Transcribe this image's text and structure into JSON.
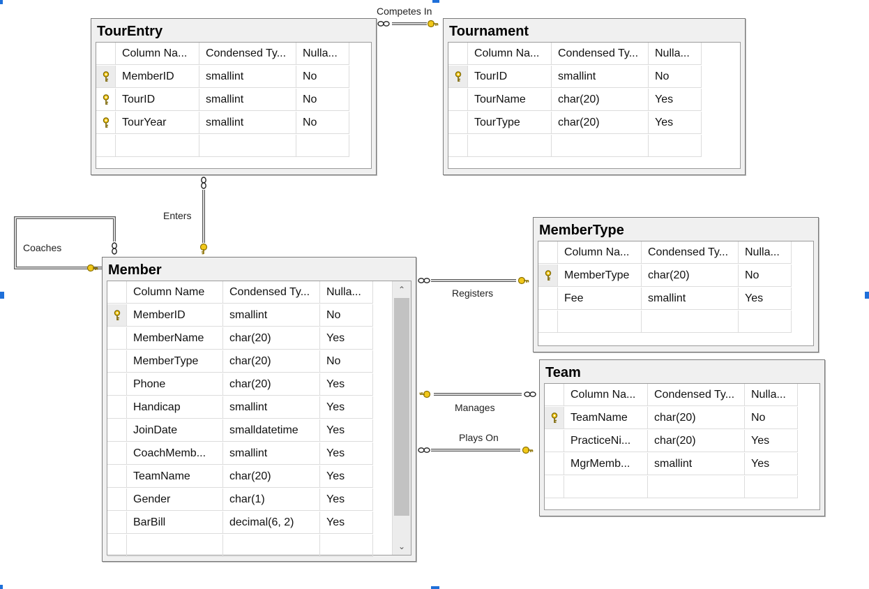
{
  "relationships": {
    "competes_in": "Competes In",
    "enters": "Enters",
    "coaches": "Coaches",
    "registers": "Registers",
    "manages": "Manages",
    "plays_on": "Plays On"
  },
  "headers": {
    "short": [
      "Column Na...",
      "Condensed Ty...",
      "Nulla..."
    ],
    "full": [
      "Column Name",
      "Condensed Ty...",
      "Nulla..."
    ]
  },
  "colors": {
    "key_gold": "#f2c81a",
    "line": "#666666",
    "selection_handle": "#1e6fd9"
  },
  "icons": {
    "primary_key": "key-icon",
    "many_end": "infinity-icon",
    "scroll_up": "chevron-up-icon",
    "scroll_down": "chevron-down-icon"
  },
  "tables": {
    "tourentry": {
      "name": "TourEntry",
      "rows": [
        {
          "key": true,
          "column": "MemberID",
          "type": "smallint",
          "nullable": "No"
        },
        {
          "key": true,
          "column": "TourID",
          "type": "smallint",
          "nullable": "No"
        },
        {
          "key": true,
          "column": "TourYear",
          "type": "smallint",
          "nullable": "No"
        }
      ]
    },
    "tournament": {
      "name": "Tournament",
      "rows": [
        {
          "key": true,
          "column": "TourID",
          "type": "smallint",
          "nullable": "No"
        },
        {
          "key": false,
          "column": "TourName",
          "type": "char(20)",
          "nullable": "Yes"
        },
        {
          "key": false,
          "column": "TourType",
          "type": "char(20)",
          "nullable": "Yes"
        }
      ]
    },
    "membertype": {
      "name": "MemberType",
      "rows": [
        {
          "key": true,
          "column": "MemberType",
          "type": "char(20)",
          "nullable": "No"
        },
        {
          "key": false,
          "column": "Fee",
          "type": "smallint",
          "nullable": "Yes"
        }
      ]
    },
    "team": {
      "name": "Team",
      "rows": [
        {
          "key": true,
          "column": "TeamName",
          "type": "char(20)",
          "nullable": "No"
        },
        {
          "key": false,
          "column": "PracticeNi...",
          "type": "char(20)",
          "nullable": "Yes"
        },
        {
          "key": false,
          "column": "MgrMemb...",
          "type": "smallint",
          "nullable": "Yes"
        }
      ]
    },
    "member": {
      "name": "Member",
      "rows": [
        {
          "key": true,
          "column": "MemberID",
          "type": "smallint",
          "nullable": "No"
        },
        {
          "key": false,
          "column": "MemberName",
          "type": "char(20)",
          "nullable": "Yes"
        },
        {
          "key": false,
          "column": "MemberType",
          "type": "char(20)",
          "nullable": "No"
        },
        {
          "key": false,
          "column": "Phone",
          "type": "char(20)",
          "nullable": "Yes"
        },
        {
          "key": false,
          "column": "Handicap",
          "type": "smallint",
          "nullable": "Yes"
        },
        {
          "key": false,
          "column": "JoinDate",
          "type": "smalldatetime",
          "nullable": "Yes"
        },
        {
          "key": false,
          "column": "CoachMemb...",
          "type": "smallint",
          "nullable": "Yes"
        },
        {
          "key": false,
          "column": "TeamName",
          "type": "char(20)",
          "nullable": "Yes"
        },
        {
          "key": false,
          "column": "Gender",
          "type": "char(1)",
          "nullable": "Yes"
        },
        {
          "key": false,
          "column": "BarBill",
          "type": "decimal(6, 2)",
          "nullable": "Yes"
        }
      ]
    }
  }
}
